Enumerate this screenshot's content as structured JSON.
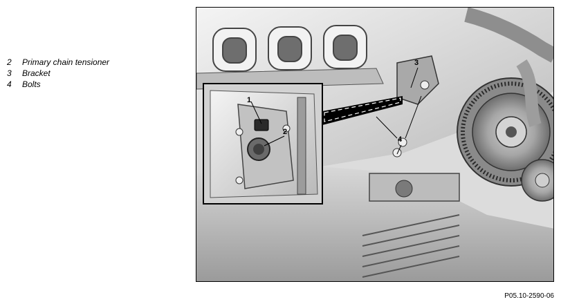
{
  "legend": {
    "items": [
      {
        "num": "2",
        "text": "Primary chain tensioner"
      },
      {
        "num": "3",
        "text": "Bracket"
      },
      {
        "num": "4",
        "text": "Bolts"
      }
    ]
  },
  "diagram": {
    "callouts": {
      "c1": "1",
      "c2": "2",
      "c3": "3",
      "c4": "4"
    }
  },
  "figure_id": "P05.10-2590-06"
}
